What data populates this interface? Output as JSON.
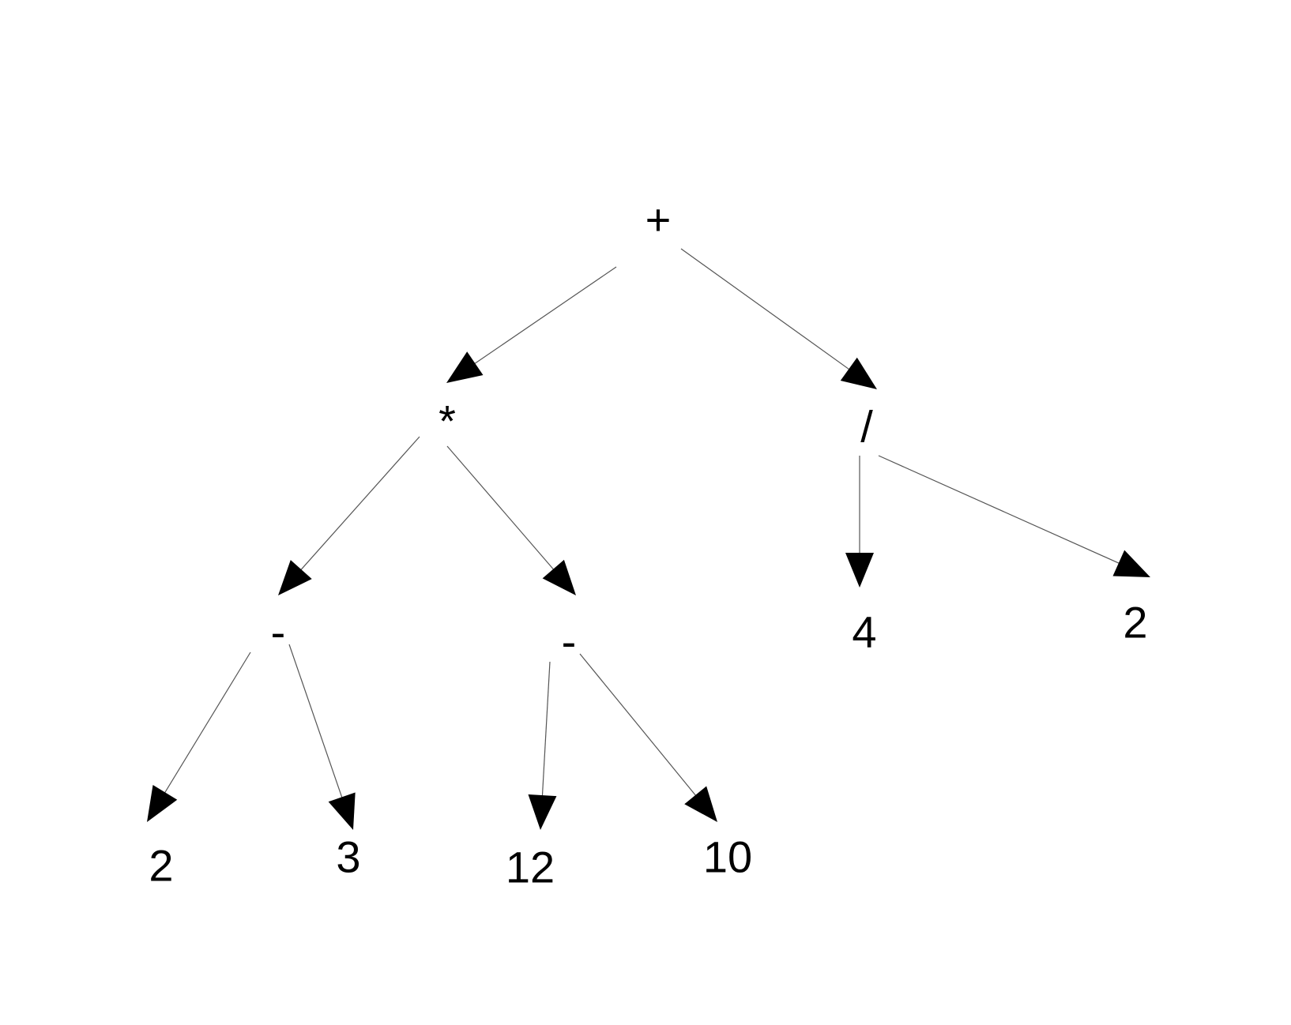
{
  "diagram": {
    "type": "expression-tree",
    "nodes": [
      {
        "id": "root",
        "label": "+"
      },
      {
        "id": "mul",
        "label": "*"
      },
      {
        "id": "div",
        "label": "/"
      },
      {
        "id": "sub1",
        "label": "-"
      },
      {
        "id": "sub2",
        "label": "-"
      },
      {
        "id": "n2a",
        "label": "2"
      },
      {
        "id": "n3",
        "label": "3"
      },
      {
        "id": "n12",
        "label": "12"
      },
      {
        "id": "n10",
        "label": "10"
      },
      {
        "id": "n4",
        "label": "4"
      },
      {
        "id": "n2b",
        "label": "2"
      }
    ],
    "edges": [
      {
        "from": "root",
        "to": "mul"
      },
      {
        "from": "root",
        "to": "div"
      },
      {
        "from": "mul",
        "to": "sub1"
      },
      {
        "from": "mul",
        "to": "sub2"
      },
      {
        "from": "sub1",
        "to": "n2a"
      },
      {
        "from": "sub1",
        "to": "n3"
      },
      {
        "from": "sub2",
        "to": "n12"
      },
      {
        "from": "sub2",
        "to": "n10"
      },
      {
        "from": "div",
        "to": "n4"
      },
      {
        "from": "div",
        "to": "n2b"
      }
    ]
  }
}
